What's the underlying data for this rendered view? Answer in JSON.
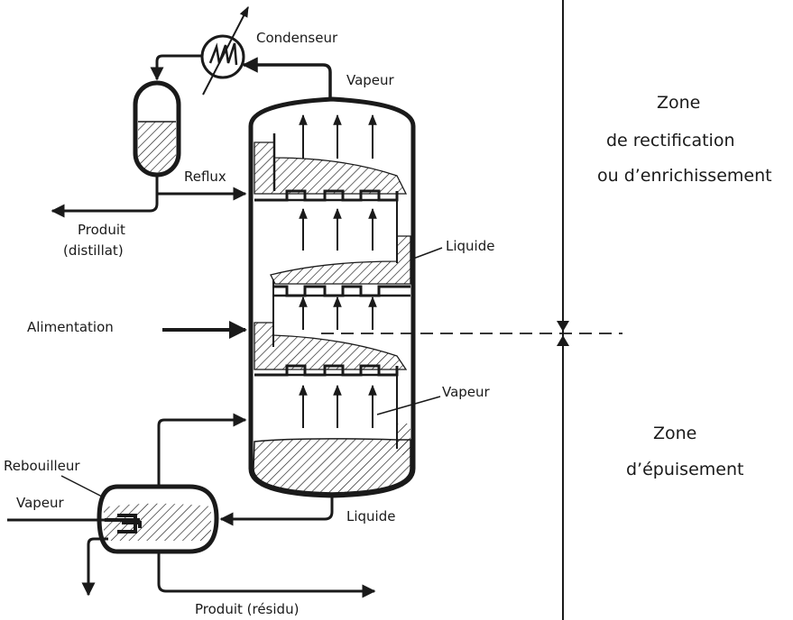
{
  "diagram": {
    "title": "Colonne de distillation à plateaux",
    "labels": {
      "condenser": "Condenseur",
      "vapor_top": "Vapeur",
      "reflux": "Reflux",
      "distillate_line1": "Produit",
      "distillate_line2": "(distillat)",
      "liquid_mid": "Liquide",
      "feed": "Alimentation",
      "vapor_mid": "Vapeur",
      "reboiler": "Rebouilleur",
      "steam_in": "Vapeur",
      "liquid_bottom": "Liquide",
      "residue": "Produit (résidu)"
    },
    "zones": {
      "rectification_line1": "Zone",
      "rectification_line2": "de rectification",
      "rectification_line3": "ou d’enrichissement",
      "stripping_line1": "Zone",
      "stripping_line2": "d’épuisement"
    },
    "colors": {
      "ink": "#1a1a1a",
      "background": "#ffffff"
    }
  }
}
